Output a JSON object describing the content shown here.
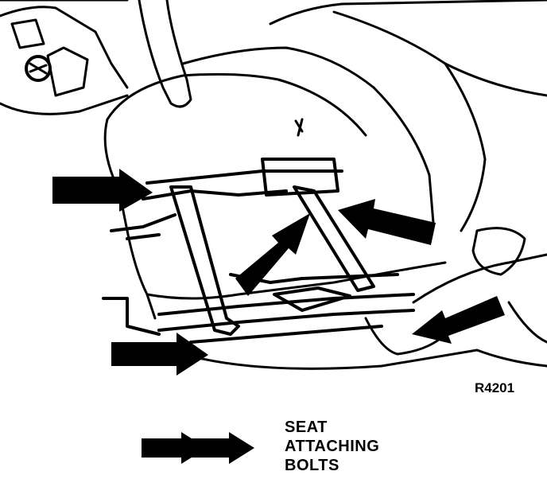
{
  "figure": {
    "reference_code": "R4201"
  },
  "legend": {
    "symbol": "double-arrow-icon",
    "label_lines": [
      "SEAT",
      "ATTACHING",
      "BOLTS"
    ]
  },
  "colors": {
    "ink": "#000000",
    "paper": "#ffffff"
  }
}
